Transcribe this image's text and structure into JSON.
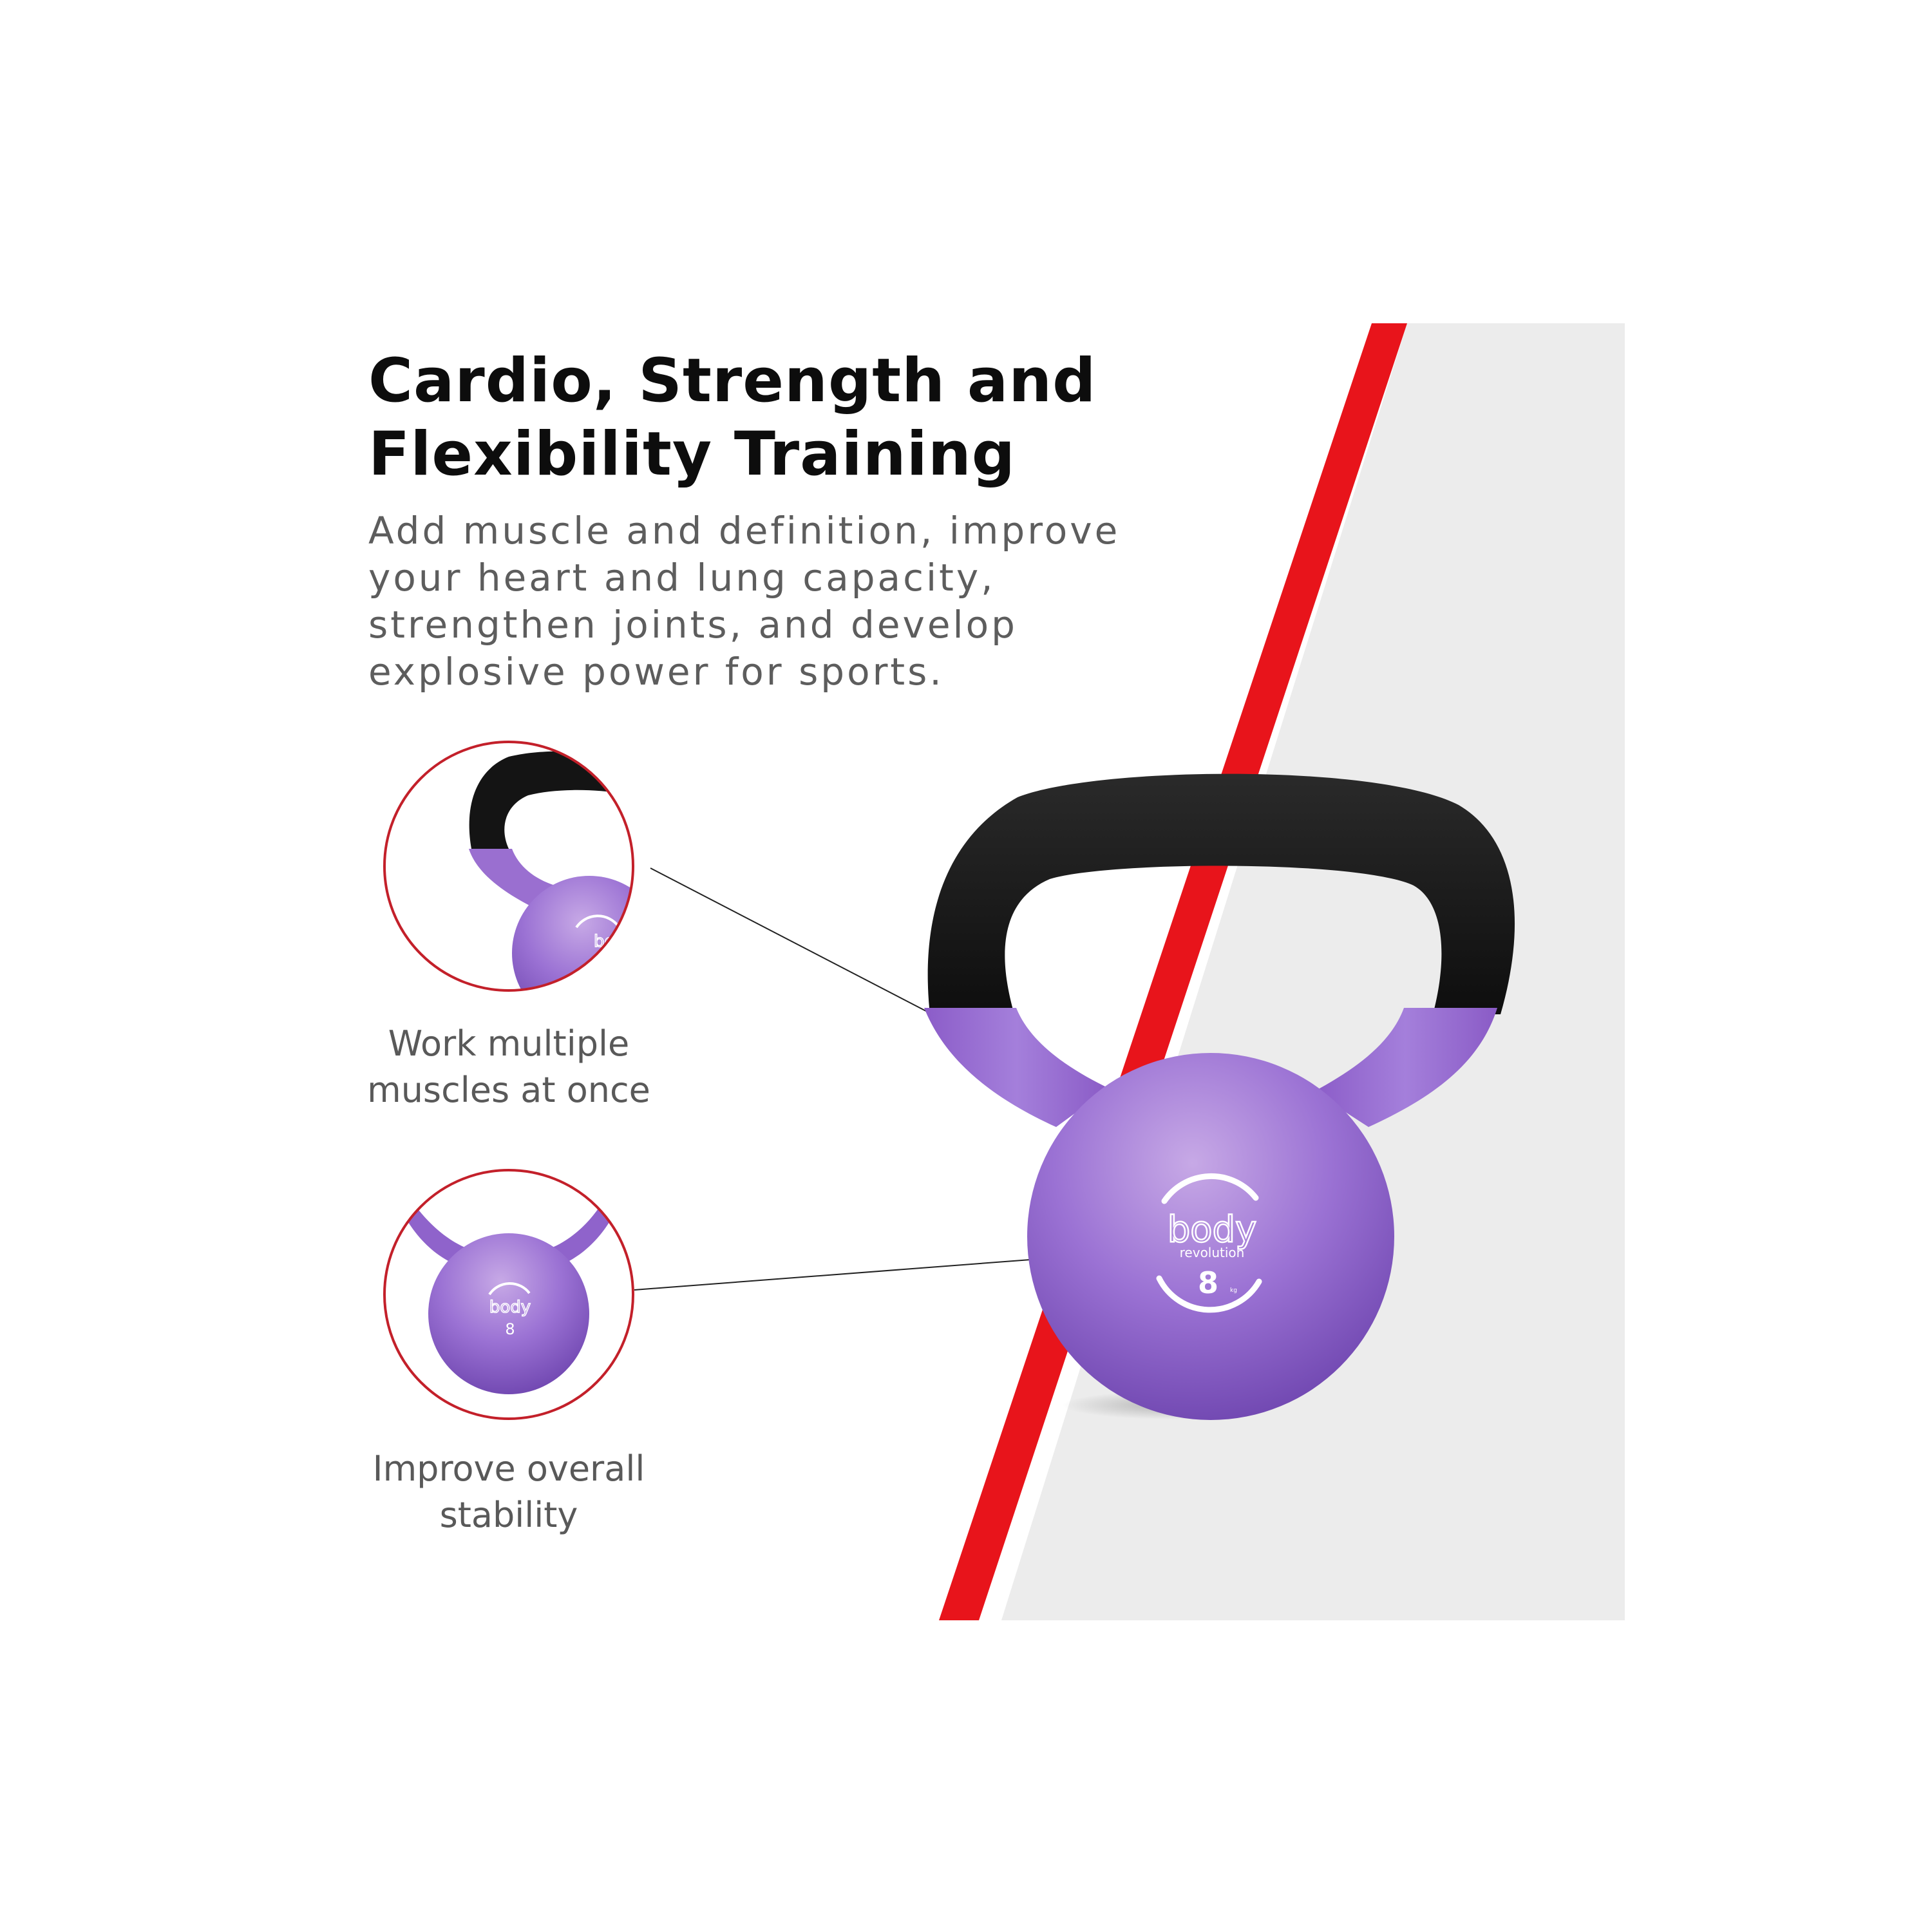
{
  "headline": {
    "line1": "Cardio, Strength and",
    "line2": "Flexibility Training"
  },
  "body_copy": {
    "line1": "Add muscle and definition, improve",
    "line2": "your heart and lung capacity,",
    "line3": "strengthen joints, and develop",
    "line4": "explosive power for sports."
  },
  "callouts": [
    {
      "line1": "Work multiple",
      "line2": "muscles at once"
    },
    {
      "line1": "Improve overall",
      "line2": "stability"
    }
  ],
  "product": {
    "brand_line1": "body",
    "brand_line2": "revolution",
    "weight": "8",
    "weight_unit": "kg"
  },
  "colors": {
    "accent_red": "#e8141b",
    "panel_grey": "#ececec",
    "kettlebell_purple": "#9a6fd0",
    "handle_black": "#141414"
  },
  "icons": [
    "kettlebell-handle-zoom",
    "kettlebell-body-zoom"
  ]
}
